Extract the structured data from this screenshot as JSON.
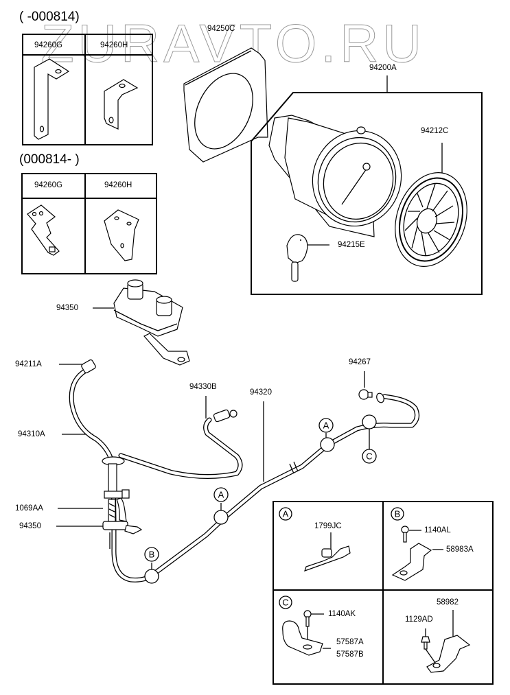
{
  "watermark": "ZURAVTO.RU",
  "variants": [
    {
      "header": "( -000814)",
      "parts": [
        "94260G",
        "94260H"
      ]
    },
    {
      "header": "(000814- )",
      "parts": [
        "94260G",
        "94260H"
      ]
    }
  ],
  "labels": {
    "bezel": "94250C",
    "gauge_assy": "94200A",
    "dial": "94212C",
    "key": "94215E",
    "sensor_top": "94350",
    "cable_end": "94211A",
    "cable_lower": "94310A",
    "cable_b": "94330B",
    "cable_main": "94320",
    "adapter": "94267",
    "bolt": "1069AA",
    "sensor_bottom": "94350"
  },
  "callout_markers": [
    "A",
    "B",
    "C"
  ],
  "detail_boxes": [
    {
      "marker": "A",
      "parts": [
        "1799JC"
      ]
    },
    {
      "marker": "B",
      "parts": [
        "1140AL",
        "58983A"
      ]
    },
    {
      "marker": "C",
      "parts": [
        "1140AK",
        "57587A",
        "57587B"
      ]
    },
    {
      "marker": "",
      "parts": [
        "1129AD",
        "58982"
      ]
    }
  ]
}
